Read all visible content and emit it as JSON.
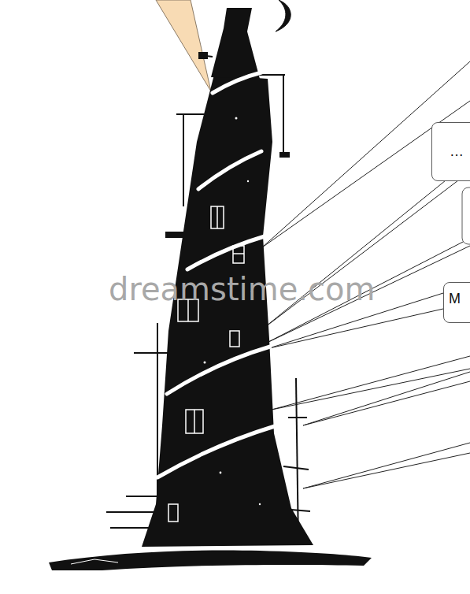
{
  "diagram": {
    "nodes": [
      {
        "text": [
          "…"
        ]
      },
      {
        "text": [
          "M"
        ]
      }
    ],
    "labels": [
      "dreamstime.com"
    ]
  }
}
